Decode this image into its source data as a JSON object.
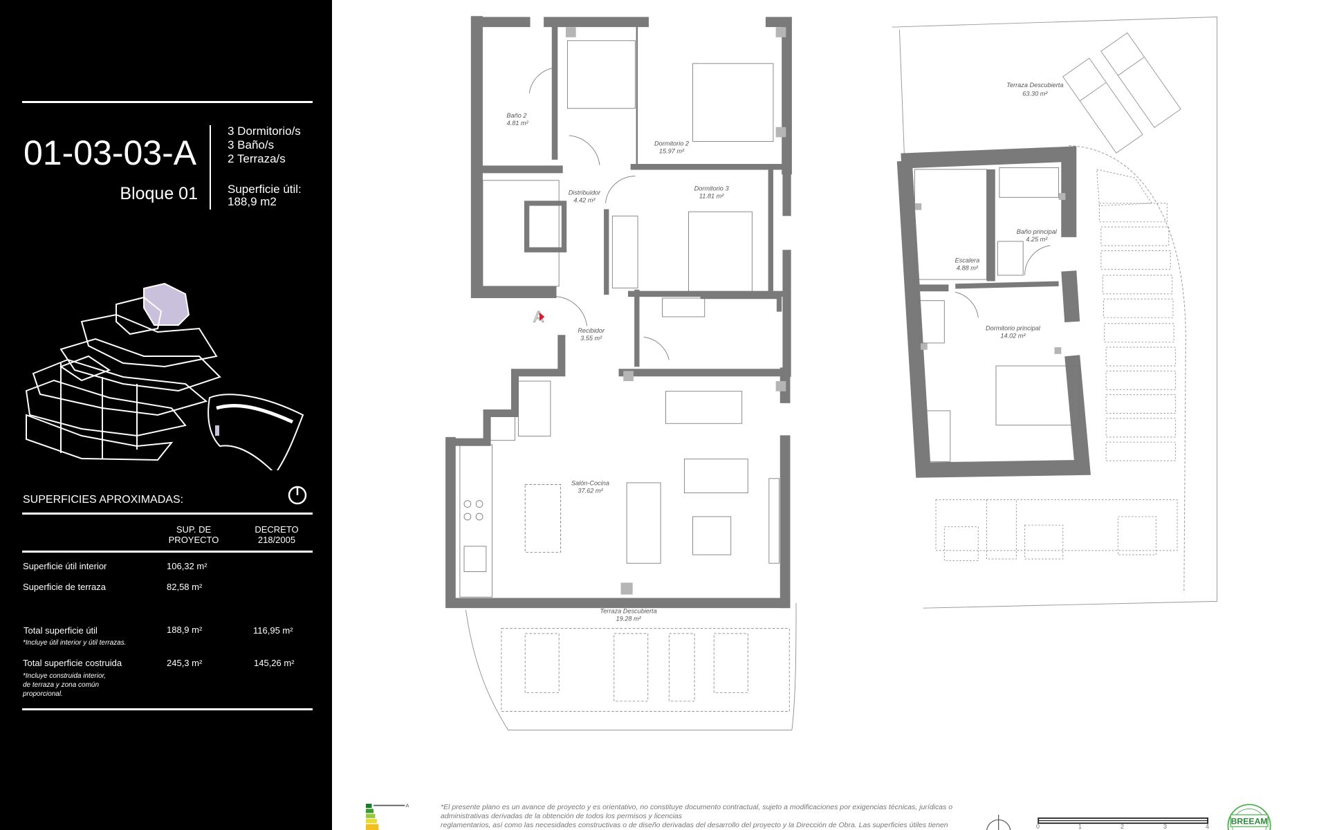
{
  "unit": {
    "code": "01-03-03-A",
    "block": "Bloque 01",
    "features": [
      "3 Dormitorio/s",
      "3 Baño/s",
      "2 Terraza/s"
    ],
    "useful_area_label": "Superficie útil:",
    "useful_area_value": "188,9  m2"
  },
  "surfaces": {
    "title": "SUPERFICIES APROXIMADAS:",
    "col_project": [
      "SUP. DE",
      "PROYECTO"
    ],
    "col_decree": [
      "DECRETO",
      "218/2005"
    ],
    "rows": [
      {
        "label": "Superficie útil interior",
        "project": "106,32  m²",
        "decree": ""
      },
      {
        "label": "Superficie de terraza",
        "project": "82,58  m²",
        "decree": ""
      },
      {
        "label": "Total superficie útil",
        "project": "188,9  m²",
        "decree": "116,95  m²",
        "note": "*Incluye útil interior y útil terrazas."
      },
      {
        "label": "Total superficie costruida",
        "project": "245,3  m²",
        "decree": "145,26  m²",
        "note": [
          "*Incluye construida interior,",
          "de terraza y zona común",
          "proporcional."
        ]
      }
    ]
  },
  "plan_lower": {
    "rooms": [
      {
        "name": "Baño 2",
        "area": "4.81 m²"
      },
      {
        "name": "Dormitorio 2",
        "area": "15.97 m²"
      },
      {
        "name": "Distribuidor",
        "area": "4.42 m²"
      },
      {
        "name": "Dormitorio 3",
        "area": "11.81 m²"
      },
      {
        "name": "Recibidor",
        "area": "3.55 m²"
      },
      {
        "name": "Salón-Cocina",
        "area": "37.62 m²"
      },
      {
        "name": "Terraza Descubierta",
        "area": "19.28 m²"
      }
    ],
    "entry_marker": "A",
    "entry_color": "#d0202a"
  },
  "plan_upper": {
    "rooms": [
      {
        "name": "Terraza Descubierta",
        "area": "63.30 m²"
      },
      {
        "name": "Baño principal",
        "area": "4.25 m²"
      },
      {
        "name": "Escalera",
        "area": "4.88 m²"
      },
      {
        "name": "Dormitorio principal",
        "area": "14.02 m²"
      }
    ]
  },
  "footer": {
    "energy_rating": "A",
    "disclaimer": [
      "*El presente plano es un avance de proyecto y es orientativo, no constituye documento contractual, sujeto a modificaciones por exigencias técnicas, jurídicas o",
      "administrativas derivadas de la obtención de todos los permisos y licencias",
      "reglamentarios, así como las necesidades constructivas o de diseño derivadas del desarrollo del proyecto y la Dirección de Obra. Las superficies útiles tienen"
    ],
    "scale_labels": [
      "0",
      "1",
      "2",
      "3",
      "4"
    ],
    "certification_logo": "BREEAM"
  },
  "colors": {
    "panel": "#000000",
    "wall": "#7a7a7a",
    "column": "#b5b5b5",
    "line": "#555555"
  }
}
